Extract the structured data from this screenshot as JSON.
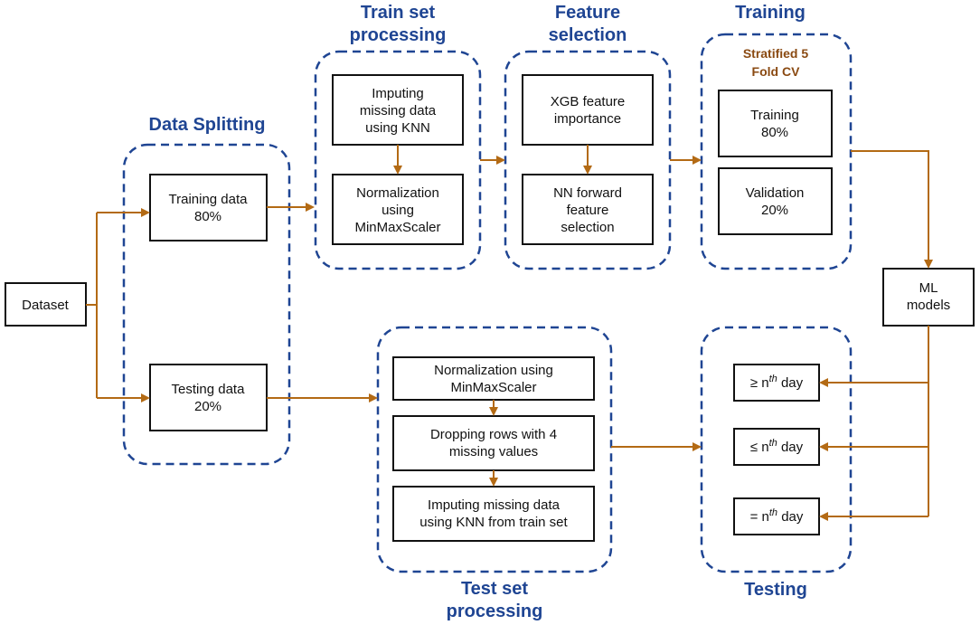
{
  "colors": {
    "group_border": "#1f4593",
    "title": "#1f4593",
    "arrow": "#b36a14",
    "box_border": "#111111",
    "cv_label": "#8a4a12"
  },
  "groups": {
    "data_splitting": {
      "title": [
        "Data Splitting"
      ]
    },
    "train_processing": {
      "title": [
        "Train set",
        "processing"
      ]
    },
    "feature_selection": {
      "title": [
        "Feature",
        "selection"
      ]
    },
    "training": {
      "title": [
        "Training"
      ],
      "cv_label": [
        "Stratified 5",
        "Fold CV"
      ]
    },
    "test_processing": {
      "title": [
        "Test set",
        "processing"
      ]
    },
    "testing": {
      "title": [
        "Testing"
      ]
    }
  },
  "boxes": {
    "dataset": [
      "Dataset"
    ],
    "training_data": [
      "Training data",
      "80%"
    ],
    "testing_data": [
      "Testing data",
      "20%"
    ],
    "impute_knn": [
      "Imputing",
      "missing data",
      "using KNN"
    ],
    "normalization_train": [
      "Normalization",
      "using",
      "MinMaxScaler"
    ],
    "xgb": [
      "XGB feature",
      "importance"
    ],
    "nn_forward": [
      "NN forward",
      "feature",
      "selection"
    ],
    "train_80": [
      "Training",
      "80%"
    ],
    "validation_20": [
      "Validation",
      "20%"
    ],
    "ml_models": [
      "ML",
      "models"
    ],
    "normalization_test": [
      "Normalization using",
      "MinMaxScaler"
    ],
    "dropping_rows": [
      "Dropping rows with 4",
      "missing values"
    ],
    "impute_test": [
      "Imputing missing data",
      "using KNN from train set"
    ],
    "day_ge": {
      "prefix": "≥ n",
      "sup": "th",
      "suffix": " day"
    },
    "day_le": {
      "prefix": "≤ n",
      "sup": "th",
      "suffix": " day"
    },
    "day_eq": {
      "prefix": "= n",
      "sup": "th",
      "suffix": " day"
    }
  }
}
